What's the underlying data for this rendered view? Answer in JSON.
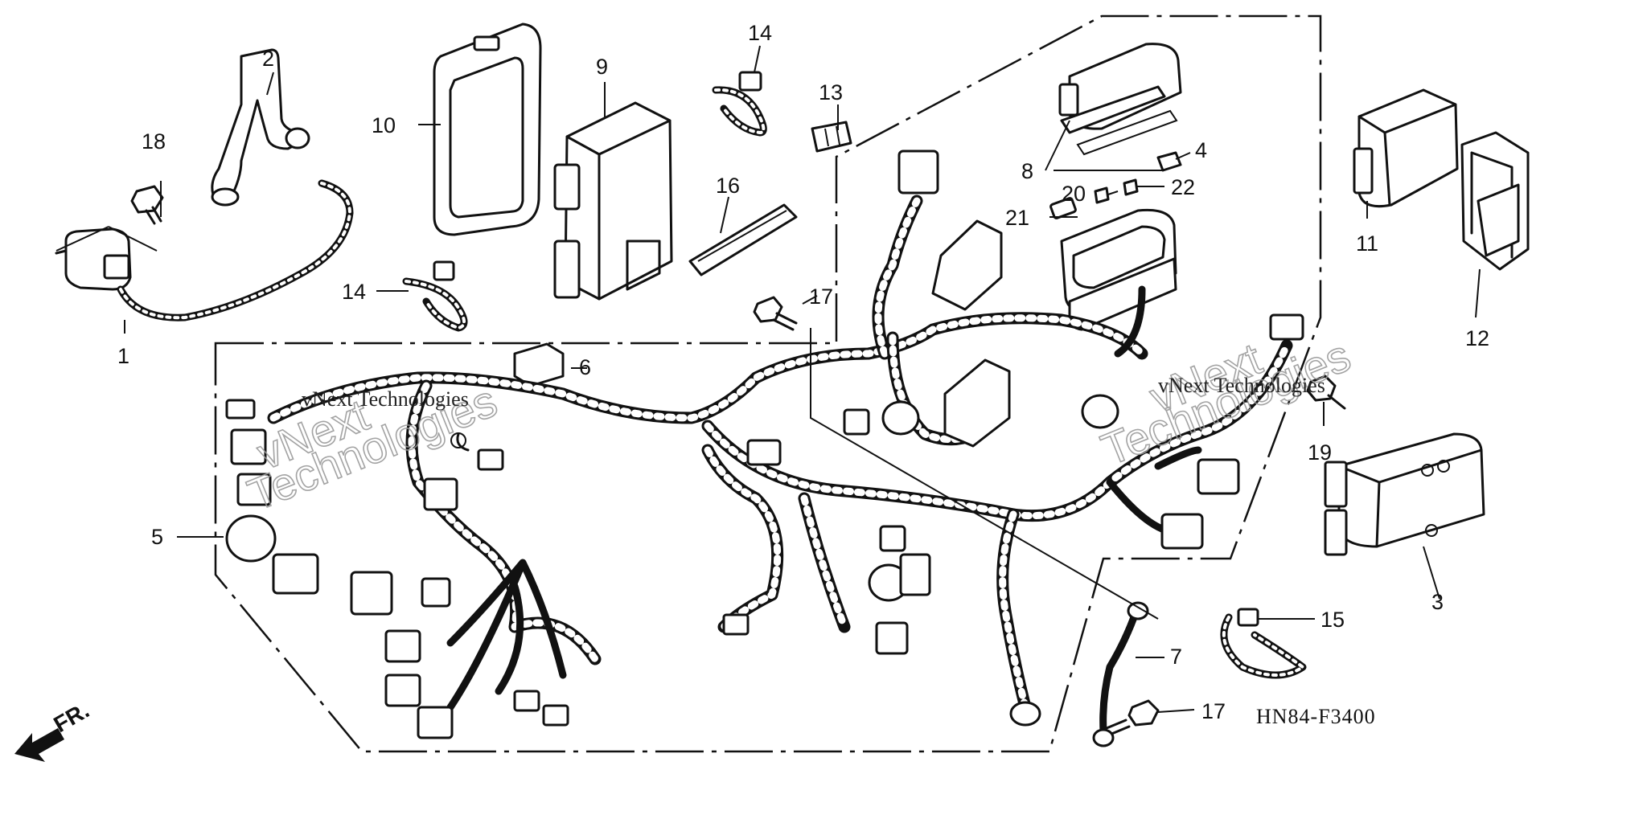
{
  "diagram": {
    "code": "HN84-F3400",
    "front_marker": "FR.",
    "watermarks": [
      "vNext Technologies",
      "vNext Technologies"
    ],
    "callouts": [
      {
        "id": "c1",
        "label": "1"
      },
      {
        "id": "c2",
        "label": "2"
      },
      {
        "id": "c3",
        "label": "3"
      },
      {
        "id": "c4",
        "label": "4"
      },
      {
        "id": "c5",
        "label": "5"
      },
      {
        "id": "c6",
        "label": "6"
      },
      {
        "id": "c7",
        "label": "7"
      },
      {
        "id": "c8",
        "label": "8"
      },
      {
        "id": "c9",
        "label": "9"
      },
      {
        "id": "c10",
        "label": "10"
      },
      {
        "id": "c11",
        "label": "11"
      },
      {
        "id": "c12",
        "label": "12"
      },
      {
        "id": "c13",
        "label": "13"
      },
      {
        "id": "c14a",
        "label": "14"
      },
      {
        "id": "c14b",
        "label": "14"
      },
      {
        "id": "c15",
        "label": "15"
      },
      {
        "id": "c16",
        "label": "16"
      },
      {
        "id": "c17a",
        "label": "17"
      },
      {
        "id": "c17b",
        "label": "17"
      },
      {
        "id": "c18",
        "label": "18"
      },
      {
        "id": "c19",
        "label": "19"
      },
      {
        "id": "c20",
        "label": "20"
      },
      {
        "id": "c21",
        "label": "21"
      },
      {
        "id": "c22",
        "label": "22"
      }
    ]
  }
}
